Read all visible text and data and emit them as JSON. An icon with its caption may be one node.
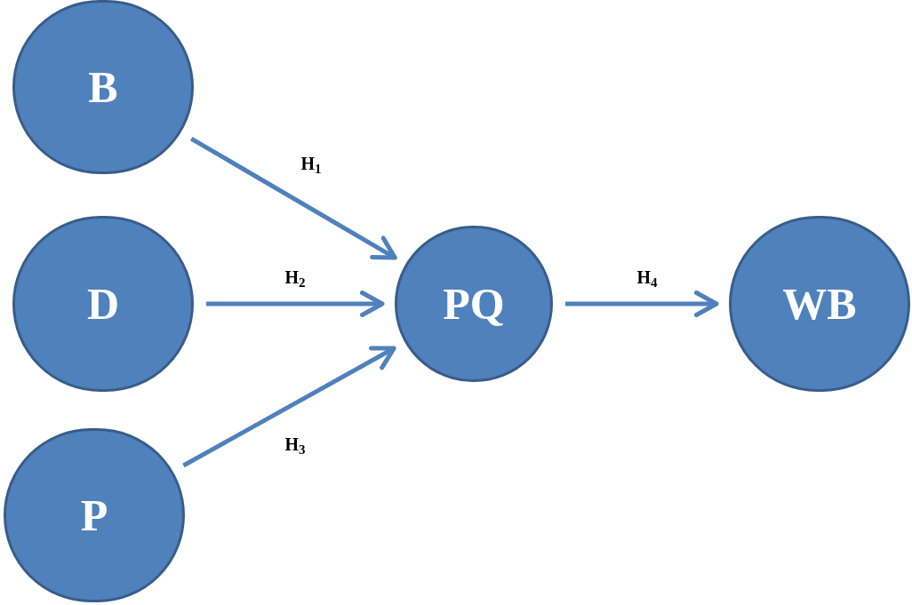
{
  "diagram": {
    "nodes": [
      {
        "text": [
          "B"
        ]
      },
      {
        "text": [
          "D"
        ]
      },
      {
        "text": [
          "P"
        ]
      },
      {
        "text": [
          "PQ"
        ]
      },
      {
        "text": [
          "WB"
        ]
      }
    ],
    "edges": [
      {
        "from": 0,
        "to": 3,
        "arrow": "to",
        "label": "H$_{1}$"
      },
      {
        "from": 1,
        "to": 3,
        "arrow": "to",
        "label": "H$_{2}$"
      },
      {
        "from": 2,
        "to": 3,
        "arrow": "to",
        "label": "H$_{3}$"
      },
      {
        "from": 3,
        "to": 4,
        "arrow": "to",
        "label": "H$_{4}$"
      }
    ]
  }
}
